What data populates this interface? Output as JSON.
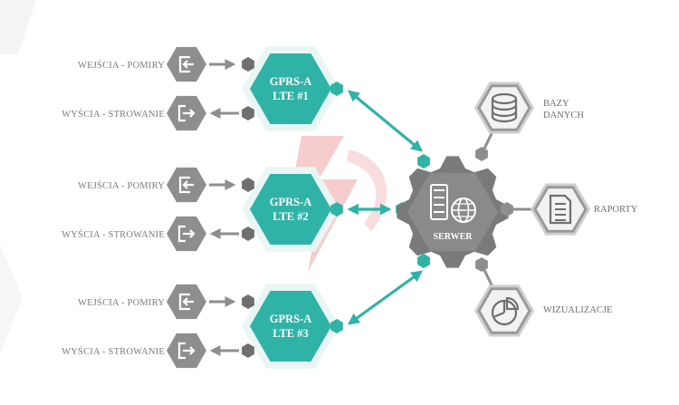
{
  "colors": {
    "teal": "#2fb3a7",
    "teal_light": "#e9f6f4",
    "gray": "#8e8e8e",
    "gray_dark": "#6f6f6f",
    "gray_light": "#d9d9d9",
    "watermark": "#e8474a"
  },
  "devices": [
    {
      "label_line1": "GPRS-A",
      "label_line2": "LTE #1",
      "input_label": "WEJŚCIA - POMIRY",
      "output_label": "WYŚCIA - STROWANIE",
      "input_icon": "input-arrow-icon",
      "output_icon": "output-arrow-icon"
    },
    {
      "label_line1": "GPRS-A",
      "label_line2": "LTE #2",
      "input_label": "WEJŚCIA - POMIRY",
      "output_label": "WYŚCIA - STROWANIE",
      "input_icon": "input-arrow-icon",
      "output_icon": "output-arrow-icon"
    },
    {
      "label_line1": "GPRS-A",
      "label_line2": "LTE #3",
      "input_label": "WEJŚCIA - POMIRY",
      "output_label": "WYŚCIA - STROWANIE",
      "input_icon": "input-arrow-icon",
      "output_icon": "output-arrow-icon"
    }
  ],
  "server": {
    "label": "SERWER",
    "icon": "server-globe-icon"
  },
  "outputs": [
    {
      "label_line1": "BAZY",
      "label_line2": "DANYCH",
      "icon": "database-icon"
    },
    {
      "label_line1": "RAPORTY",
      "label_line2": "",
      "icon": "document-icon"
    },
    {
      "label_line1": "WIZUALIZACJE",
      "label_line2": "",
      "icon": "pie-chart-icon"
    }
  ]
}
